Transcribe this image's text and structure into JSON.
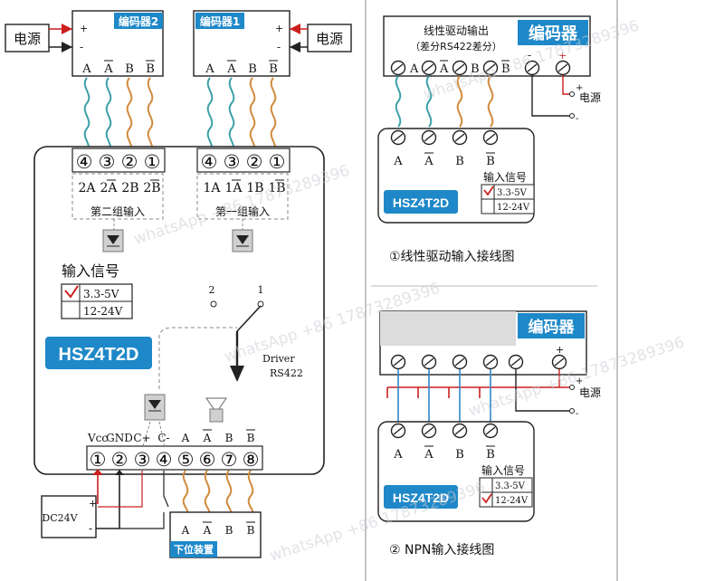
{
  "left": {
    "power_label_left": "电源",
    "power_label_right": "电源",
    "encoder2_label": "编码器2",
    "encoder1_label": "编码器1",
    "enc_plus": "+",
    "enc_minus": "-",
    "enc_pins": [
      "A",
      "A",
      "B",
      "B"
    ],
    "group2_terminals": [
      "④",
      "③",
      "②",
      "①"
    ],
    "group2_labels": [
      "2A",
      "2A",
      "2B",
      "2B"
    ],
    "group2_title": "第二组输入",
    "group1_terminals": [
      "④",
      "③",
      "②",
      "①"
    ],
    "group1_labels": [
      "1A",
      "1A",
      "1B",
      "1B"
    ],
    "group1_title": "第一组输入",
    "input_signal_title": "输入信号",
    "input_options": [
      "3.3-5V",
      "12-24V"
    ],
    "brand": "HSZ4T2D",
    "switch_pos2": "2",
    "switch_pos1": "1",
    "switch_label_line1": "Driver",
    "switch_label_line2": "RS422",
    "bottom_labels": [
      "Vcc",
      "GND",
      "C+",
      "C-",
      "A",
      "A",
      "B",
      "B"
    ],
    "bottom_terminals": [
      "①",
      "②",
      "③",
      "④",
      "⑤",
      "⑥",
      "⑦",
      "⑧"
    ],
    "dc_label": "DC24V",
    "dc_plus": "+",
    "dc_minus": "-",
    "lower_device_label": "下位装置",
    "lower_pins": [
      "A",
      "A",
      "B",
      "B"
    ]
  },
  "right_top": {
    "encoder_label": "编码器",
    "output_line1": "线性驱动输出",
    "output_line2": "（差分RS422差分）",
    "enc_pins": [
      "A",
      "A",
      "B",
      "B"
    ],
    "enc_minus": "-",
    "enc_plus": "+",
    "power_label": "电源",
    "power_plus": "+",
    "power_minus": "-",
    "dev_pins": [
      "A",
      "A",
      "B",
      "B"
    ],
    "input_signal_title": "输入信号",
    "input_options": [
      "3.3-5V",
      "12-24V"
    ],
    "brand": "HSZ4T2D",
    "caption": "①线性驱动输入接线图"
  },
  "right_bottom": {
    "encoder_label": "编码器",
    "enc_plus": "+",
    "power_label": "电源",
    "power_plus": "+",
    "power_minus": "-",
    "dev_pins": [
      "A",
      "A",
      "B",
      "B"
    ],
    "input_signal_title": "输入信号",
    "input_options": [
      "3.3-5V",
      "12-24V"
    ],
    "brand": "HSZ4T2D",
    "caption": "② NPN输入接线图"
  },
  "watermark": "whatsApp +86 17873289396",
  "colors": {
    "tag_blue": "#1e88c8",
    "wire_red": "#cc1f1f",
    "wire_blue": "#2f87c9",
    "coil_teal": "#3aa0a8",
    "coil_orange": "#d08a3a",
    "gray_panel": "#dcdcdc"
  }
}
